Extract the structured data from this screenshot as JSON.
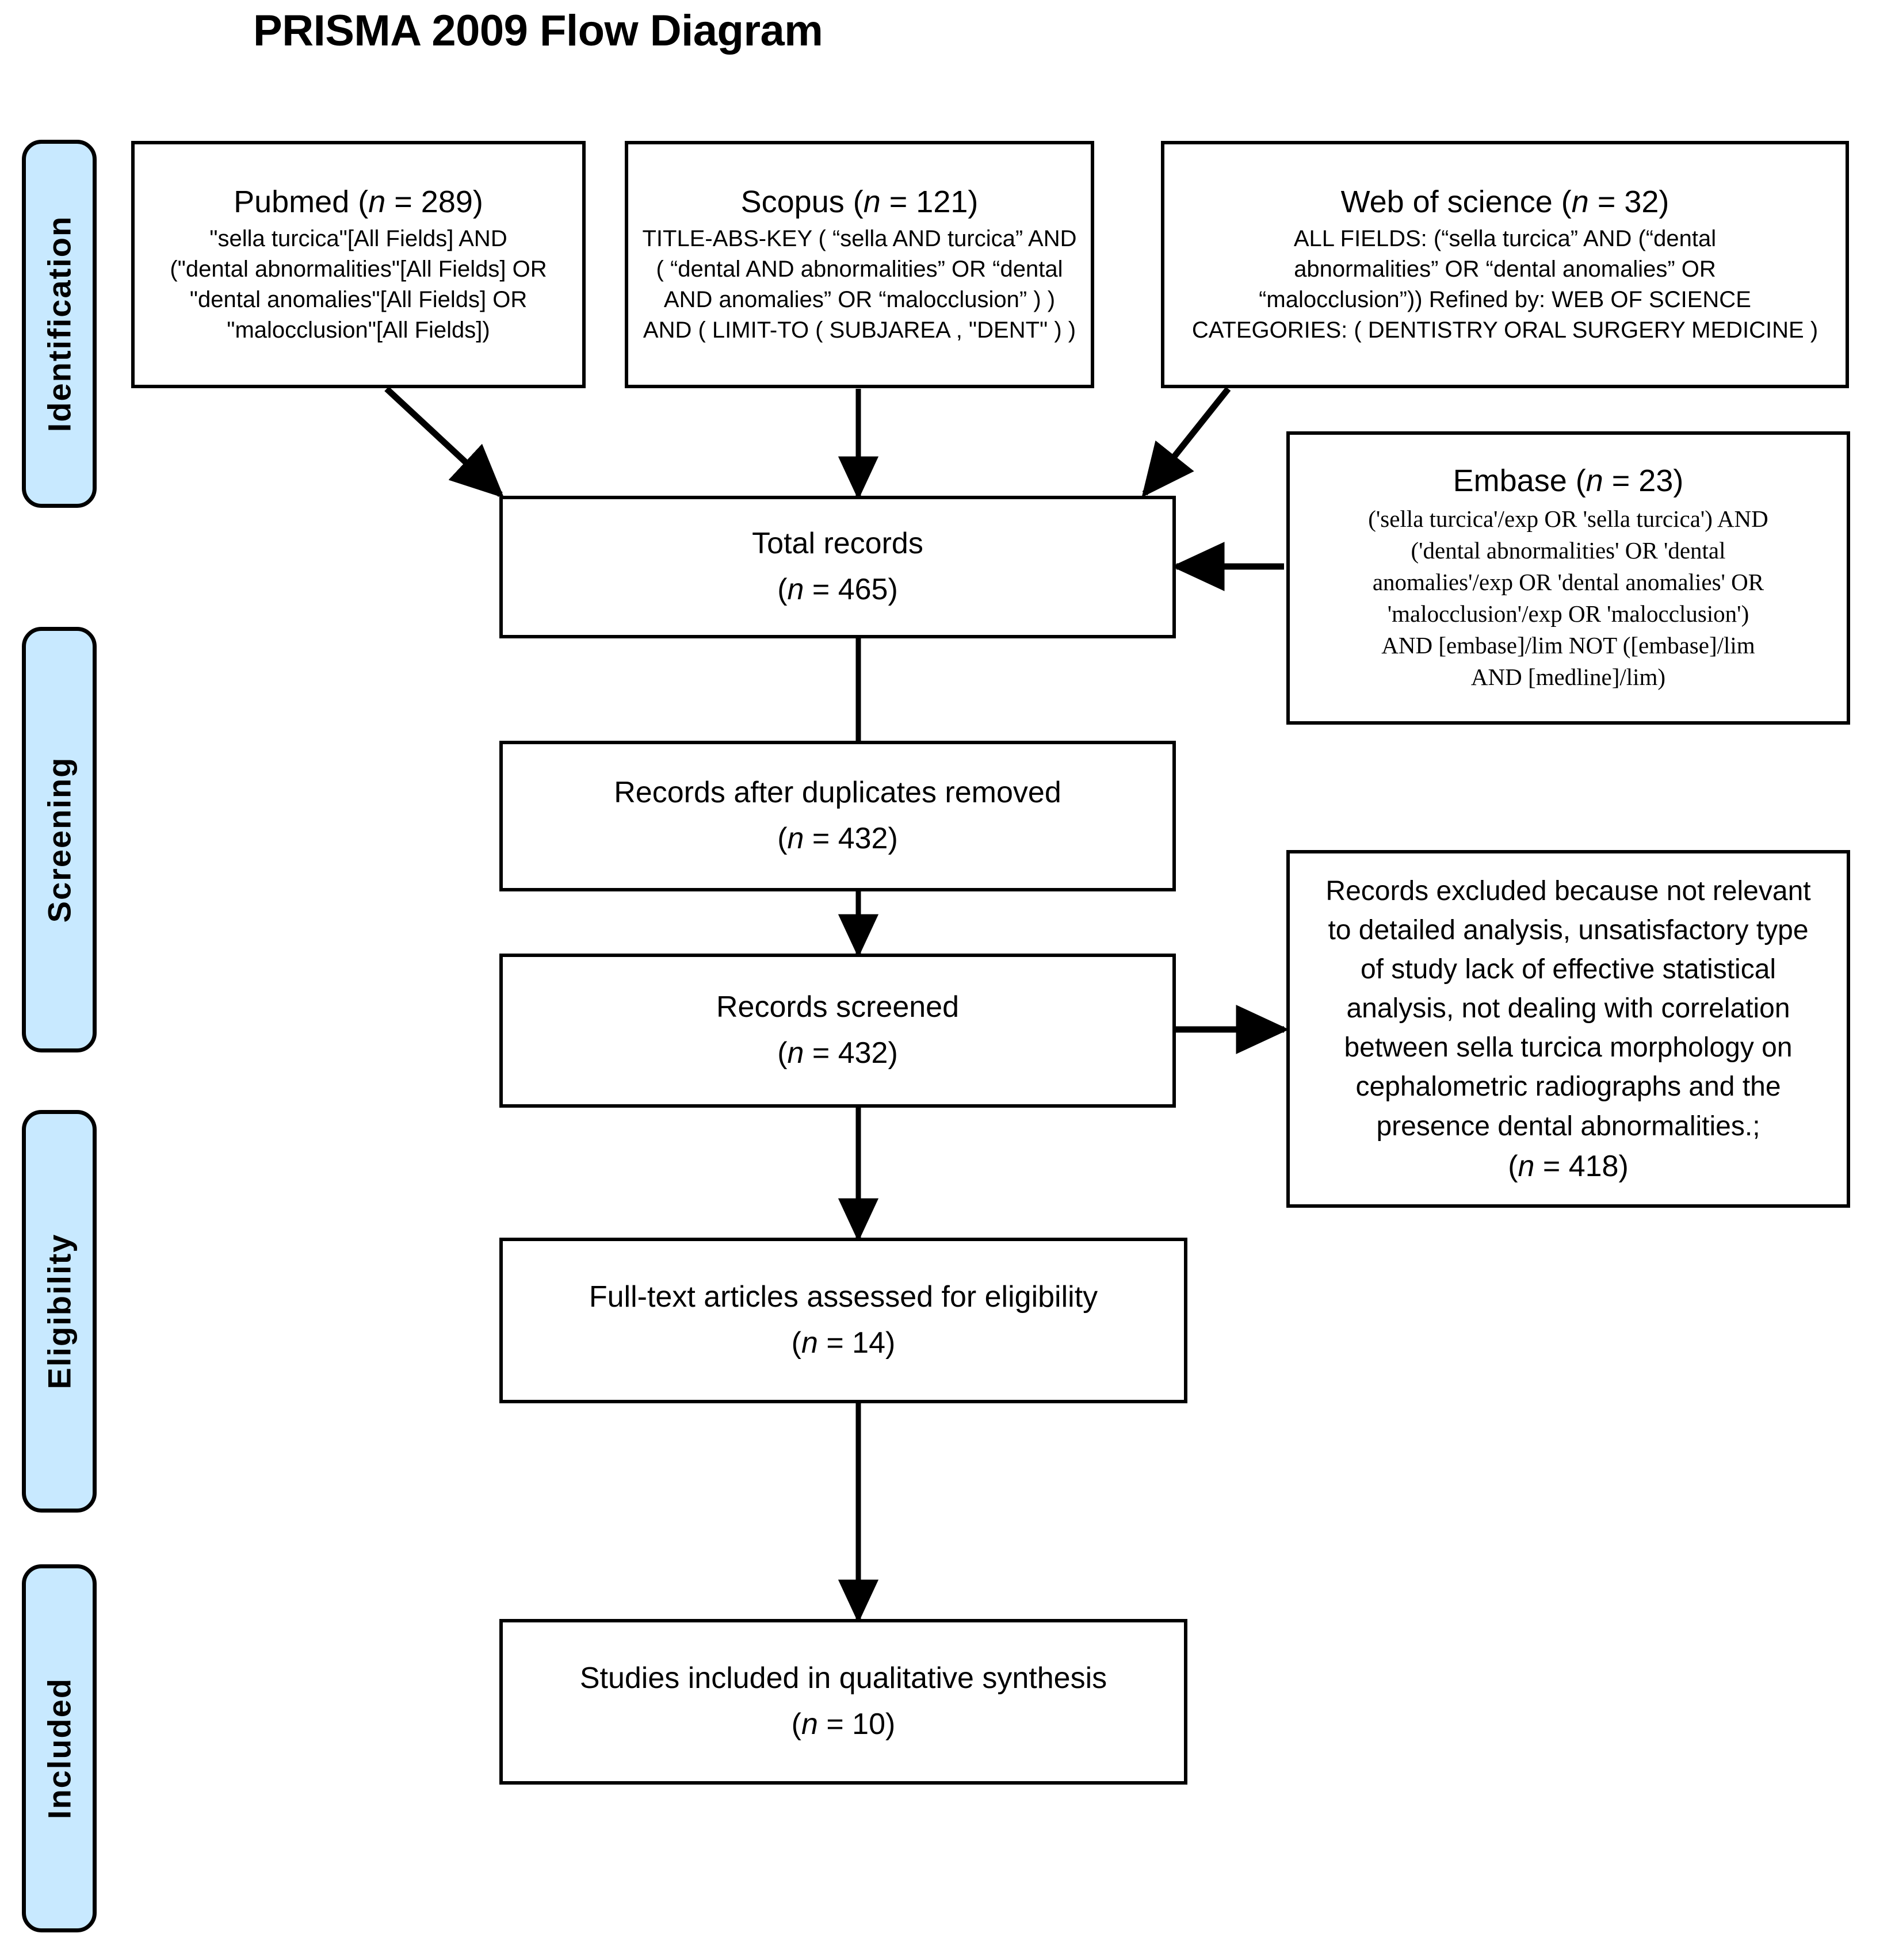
{
  "page": {
    "title": "PRISMA 2009 Flow Diagram",
    "accent_fill": "#C8E9FF",
    "stroke": "#000000",
    "background": "#FFFFFF"
  },
  "stages": [
    {
      "label": "Identification"
    },
    {
      "label": "Screening"
    },
    {
      "label": "Eligibility"
    },
    {
      "label": "Included"
    }
  ],
  "sources": {
    "pubmed": {
      "heading_prefix": "Pubmed (",
      "heading_italic": "n",
      "heading_suffix": " = 289)",
      "n": 289,
      "query_lines": [
        "\"sella turcica\"[All Fields] AND",
        "(\"dental abnormalities\"[All Fields] OR",
        "\"dental anomalies\"[All Fields] OR",
        "\"malocclusion\"[All Fields])"
      ]
    },
    "scopus": {
      "heading_prefix": "Scopus (",
      "heading_italic": "n",
      "heading_suffix": " = 121)",
      "n": 121,
      "query_lines": [
        "TITLE-ABS-KEY ( “sella  AND turcica”  AND",
        "( “dental  AND abnormalities”  OR  “dental",
        "AND anomalies”  OR  “malocclusion” ) )",
        "AND  ( LIMIT-TO ( SUBJAREA ,  \"DENT\" ) )"
      ]
    },
    "web_of_science": {
      "heading_prefix": "Web of science (",
      "heading_italic": "n",
      "heading_suffix": " = 32)",
      "n": 32,
      "query_lines": [
        "ALL FIELDS: (“sella turcica”  AND (“dental",
        "abnormalities”  OR “dental anomalies”  OR",
        "“malocclusion”)) Refined by: WEB OF SCIENCE",
        "CATEGORIES: ( DENTISTRY ORAL SURGERY MEDICINE )"
      ]
    },
    "embase": {
      "heading_prefix": "Embase (",
      "heading_italic": "n",
      "heading_suffix": " = 23)",
      "n": 23,
      "query_lines": [
        "('sella turcica'/exp OR 'sella turcica') AND",
        "('dental abnormalities' OR 'dental",
        "anomalies'/exp OR 'dental anomalies' OR",
        "'malocclusion'/exp OR 'malocclusion')",
        "AND [embase]/lim NOT ([embase]/lim",
        "AND [medline]/lim)"
      ]
    }
  },
  "flow": {
    "total_records": {
      "label": "Total records",
      "count_prefix": "(",
      "count_italic": "n",
      "count_suffix": " = 465)",
      "n": 465
    },
    "after_duplicates": {
      "label": "Records after duplicates removed",
      "count_prefix": "(",
      "count_italic": "n",
      "count_suffix": " = 432)",
      "n": 432
    },
    "records_screened": {
      "label": "Records screened",
      "count_prefix": "(",
      "count_italic": "n",
      "count_suffix": " = 432)",
      "n": 432
    },
    "records_excluded": {
      "body_lines": [
        "Records excluded because not relevant",
        "to detailed analysis, unsatisfactory type",
        "of study lack of effective statistical",
        "analysis, not dealing with correlation",
        "between sella turcica morphology on",
        "cephalometric radiographs and the",
        "presence dental abnormalities.;"
      ],
      "count_prefix": "(",
      "count_italic": "n",
      "count_suffix": " = 418)",
      "n": 418
    },
    "full_text_assessed": {
      "label": "Full-text articles assessed for eligibility",
      "count_prefix": "(",
      "count_italic": "n",
      "count_suffix": " = 14)",
      "n": 14
    },
    "qualitative_synthesis": {
      "label": "Studies included in qualitative synthesis",
      "count_prefix": "(",
      "count_italic": "n",
      "count_suffix": " = 10)",
      "n": 10
    }
  }
}
